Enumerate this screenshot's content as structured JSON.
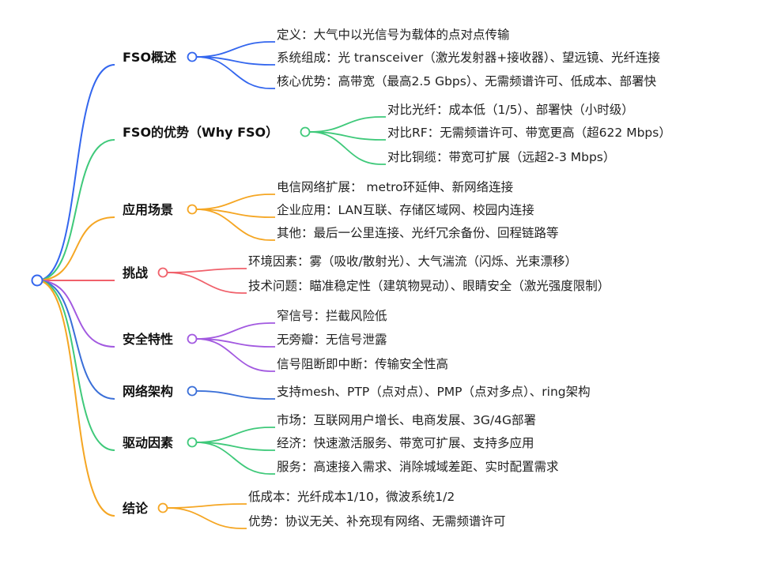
{
  "root": {
    "label": ""
  },
  "branches": [
    {
      "label": "FSO概述",
      "color": "#3366ee",
      "children": [
        "定义：大气中以光信号为载体的点对点传输",
        "系统组成：光 transceiver（激光发射器+接收器）、望远镜、光纤连接",
        "核心优势：高带宽（最高2.5 Gbps）、无需频谱许可、低成本、部署快"
      ]
    },
    {
      "label": "FSO的优势（Why FSO）",
      "color": "#3fc97a",
      "children": [
        "对比光纤：成本低（1/5）、部署快（小时级）",
        "对比RF：无需频谱许可、带宽更高（超622 Mbps）",
        "对比铜缆：带宽可扩展（远超2-3 Mbps）"
      ]
    },
    {
      "label": "应用场景",
      "color": "#f5a623",
      "children": [
        "电信网络扩展： metro环延伸、新网络连接",
        "企业应用：LAN互联、存储区域网、校园内连接",
        "其他：最后一公里连接、光纤冗余备份、回程链路等"
      ]
    },
    {
      "label": "挑战",
      "color": "#f0616b",
      "children": [
        "环境因素：雾（吸收/散射光）、大气湍流（闪烁、光束漂移）",
        "技术问题：瞄准稳定性（建筑物晃动）、眼睛安全（激光强度限制）"
      ]
    },
    {
      "label": "安全特性",
      "color": "#a259e0",
      "children": [
        "窄信号：拦截风险低",
        "无旁瓣：无信号泄露",
        "信号阻断即中断：传输安全性高"
      ]
    },
    {
      "label": "网络架构",
      "color": "#3a6fd8",
      "children": [
        "支持mesh、PTP（点对点）、PMP（点对多点）、ring架构"
      ]
    },
    {
      "label": "驱动因素",
      "color": "#3fc97a",
      "children": [
        "市场：互联网用户增长、电商发展、3G/4G部署",
        "经济：快速激活服务、带宽可扩展、支持多应用",
        "服务：高速接入需求、消除城域差距、实时配置需求"
      ]
    },
    {
      "label": "结论",
      "color": "#f5a623",
      "children": [
        "低成本：光纤成本1/10，微波系统1/2",
        "优势：协议无关、补充现有网络、无需频谱许可"
      ]
    }
  ]
}
